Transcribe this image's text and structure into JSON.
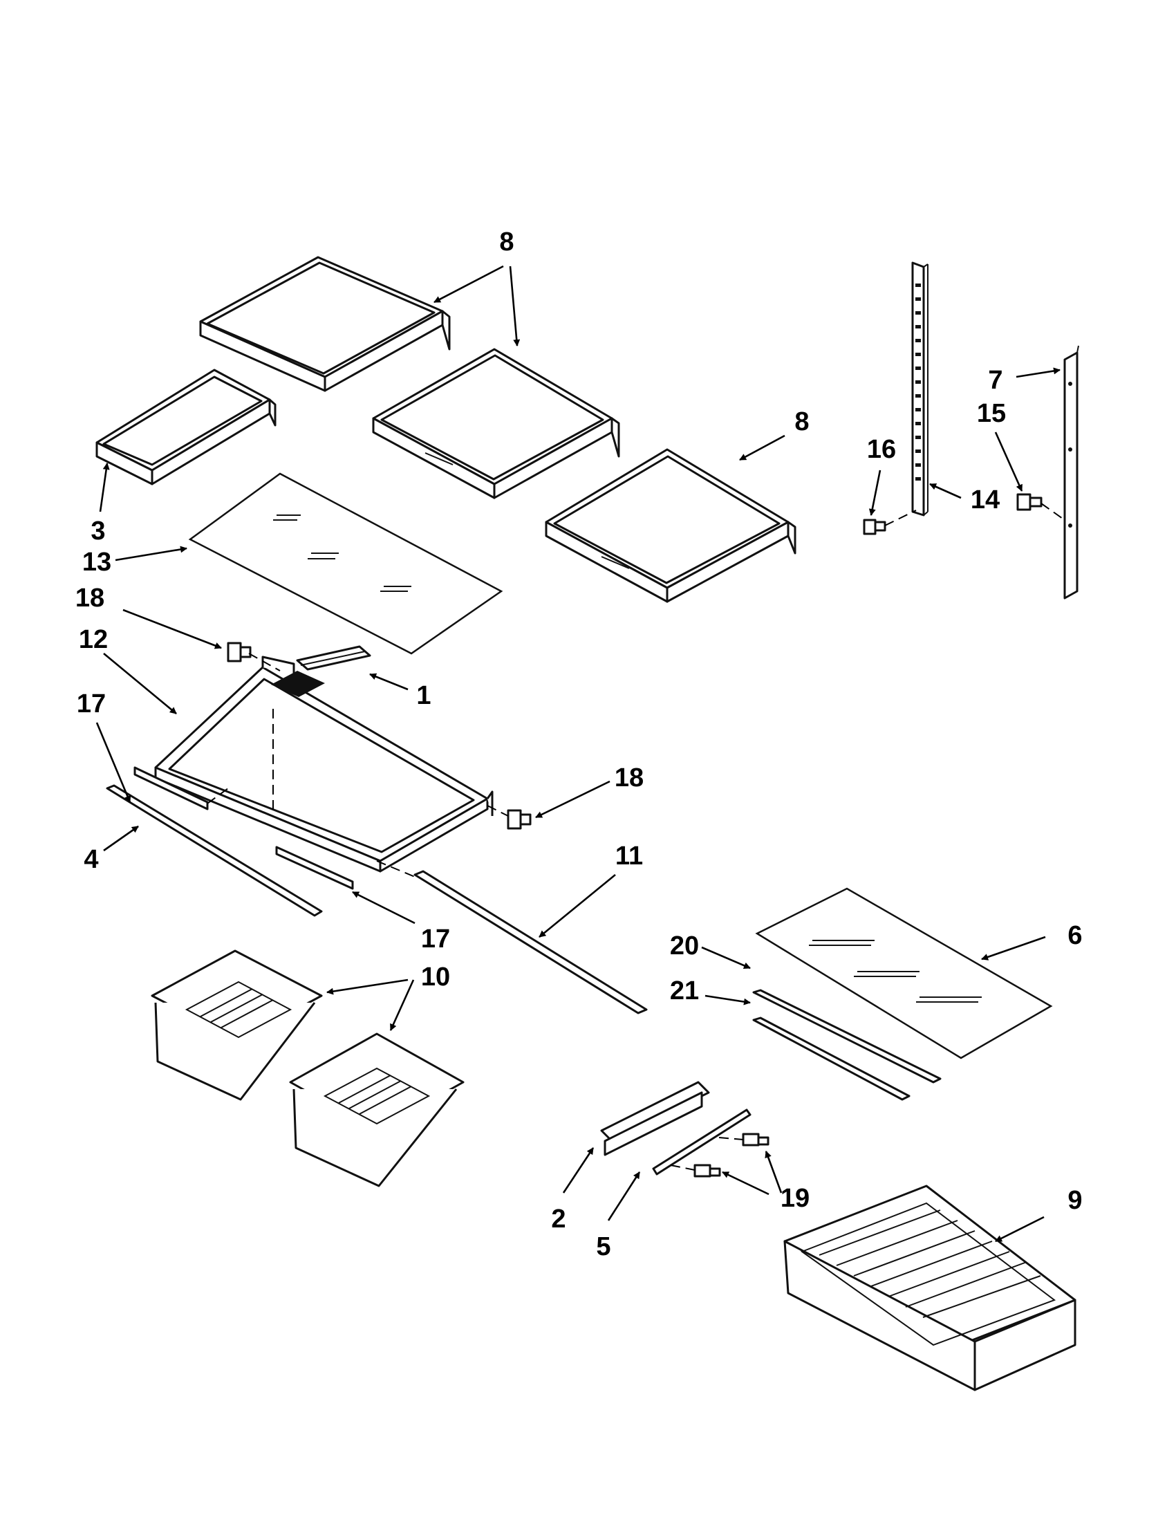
{
  "callouts": [
    {
      "id": "c8a",
      "text": "8"
    },
    {
      "id": "c7",
      "text": "7"
    },
    {
      "id": "c15",
      "text": "15"
    },
    {
      "id": "c16",
      "text": "16"
    },
    {
      "id": "c8b",
      "text": "8"
    },
    {
      "id": "c14",
      "text": "14"
    },
    {
      "id": "c3",
      "text": "3"
    },
    {
      "id": "c13",
      "text": "13"
    },
    {
      "id": "c18a",
      "text": "18"
    },
    {
      "id": "c12",
      "text": "12"
    },
    {
      "id": "c1",
      "text": "1"
    },
    {
      "id": "c17a",
      "text": "17"
    },
    {
      "id": "c18b",
      "text": "18"
    },
    {
      "id": "c11",
      "text": "11"
    },
    {
      "id": "c4",
      "text": "4"
    },
    {
      "id": "c17b",
      "text": "17"
    },
    {
      "id": "c6",
      "text": "6"
    },
    {
      "id": "c20",
      "text": "20"
    },
    {
      "id": "c10",
      "text": "10"
    },
    {
      "id": "c21",
      "text": "21"
    },
    {
      "id": "c19",
      "text": "19"
    },
    {
      "id": "c9",
      "text": "9"
    },
    {
      "id": "c2",
      "text": "2"
    },
    {
      "id": "c5",
      "text": "5"
    }
  ]
}
